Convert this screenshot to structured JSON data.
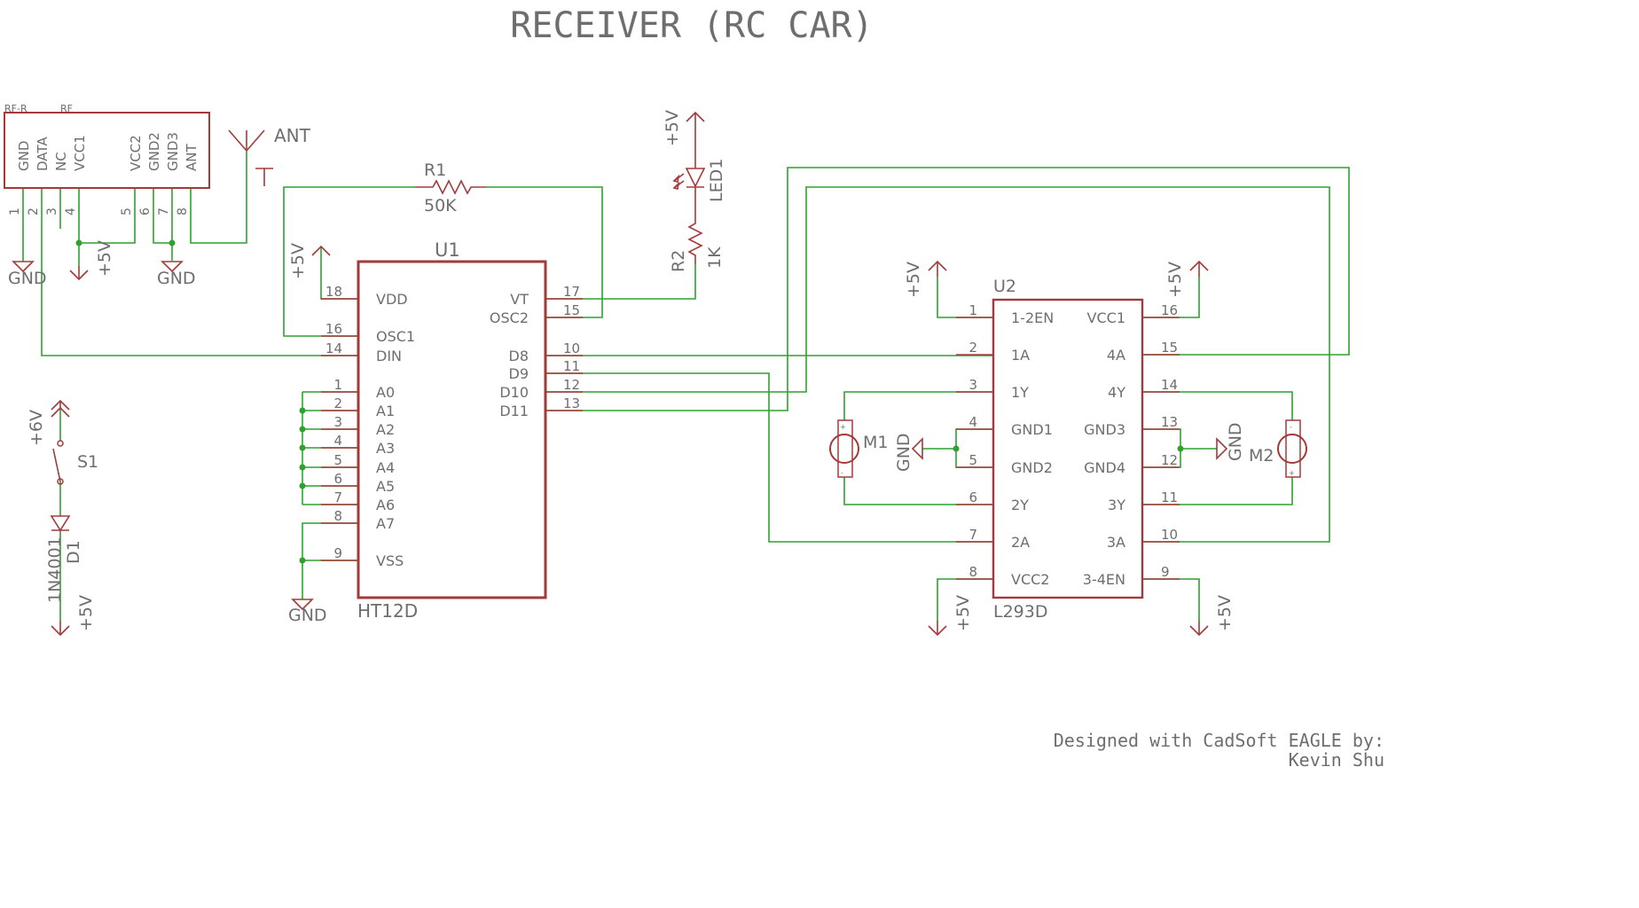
{
  "title": "RECEIVER (RC CAR)",
  "credit": {
    "line1": "Designed with CadSoft EAGLE by:",
    "line2": "Kevin Shu"
  },
  "colors": {
    "wire": "#2ea12e",
    "part": "#a33a3a",
    "text": "#6e6e6e"
  },
  "rf_module": {
    "label_left": "RF-R",
    "label_right": "RF",
    "pin_names": [
      "GND",
      "DATA",
      "NC",
      "VCC1",
      "VCC2",
      "GND2",
      "GND3",
      "ANT"
    ],
    "pin_numbers": [
      "1",
      "2",
      "3",
      "4",
      "5",
      "6",
      "7",
      "8"
    ]
  },
  "antenna": {
    "label": "ANT"
  },
  "r1": {
    "name": "R1",
    "value": "50K"
  },
  "r2": {
    "name": "R2",
    "value": "1K"
  },
  "led1": {
    "name": "LED1"
  },
  "s1": {
    "name": "S1"
  },
  "d1": {
    "name": "D1",
    "value": "1N4001"
  },
  "supplies": {
    "plus5": "+5V",
    "plus6": "+6V",
    "gnd": "GND"
  },
  "u1": {
    "name": "U1",
    "part": "HT12D",
    "left_pins": [
      {
        "num": "18",
        "name": "VDD"
      },
      {
        "num": "16",
        "name": "OSC1"
      },
      {
        "num": "14",
        "name": "DIN"
      },
      {
        "num": "1",
        "name": "A0"
      },
      {
        "num": "2",
        "name": "A1"
      },
      {
        "num": "3",
        "name": "A2"
      },
      {
        "num": "4",
        "name": "A3"
      },
      {
        "num": "5",
        "name": "A4"
      },
      {
        "num": "6",
        "name": "A5"
      },
      {
        "num": "7",
        "name": "A6"
      },
      {
        "num": "8",
        "name": "A7"
      },
      {
        "num": "9",
        "name": "VSS"
      }
    ],
    "right_pins": [
      {
        "num": "17",
        "name": "VT"
      },
      {
        "num": "15",
        "name": "OSC2"
      },
      {
        "num": "10",
        "name": "D8"
      },
      {
        "num": "11",
        "name": "D9"
      },
      {
        "num": "12",
        "name": "D10"
      },
      {
        "num": "13",
        "name": "D11"
      }
    ]
  },
  "u2": {
    "name": "U2",
    "part": "L293D",
    "left_pins": [
      {
        "num": "1",
        "name": "1-2EN"
      },
      {
        "num": "2",
        "name": "1A"
      },
      {
        "num": "3",
        "name": "1Y"
      },
      {
        "num": "4",
        "name": "GND1"
      },
      {
        "num": "5",
        "name": "GND2"
      },
      {
        "num": "6",
        "name": "2Y"
      },
      {
        "num": "7",
        "name": "2A"
      },
      {
        "num": "8",
        "name": "VCC2"
      }
    ],
    "right_pins": [
      {
        "num": "16",
        "name": "VCC1"
      },
      {
        "num": "15",
        "name": "4A"
      },
      {
        "num": "14",
        "name": "4Y"
      },
      {
        "num": "13",
        "name": "GND3"
      },
      {
        "num": "12",
        "name": "GND4"
      },
      {
        "num": "11",
        "name": "3Y"
      },
      {
        "num": "10",
        "name": "3A"
      },
      {
        "num": "9",
        "name": "3-4EN"
      }
    ]
  },
  "m1": {
    "name": "M1"
  },
  "m2": {
    "name": "M2"
  }
}
